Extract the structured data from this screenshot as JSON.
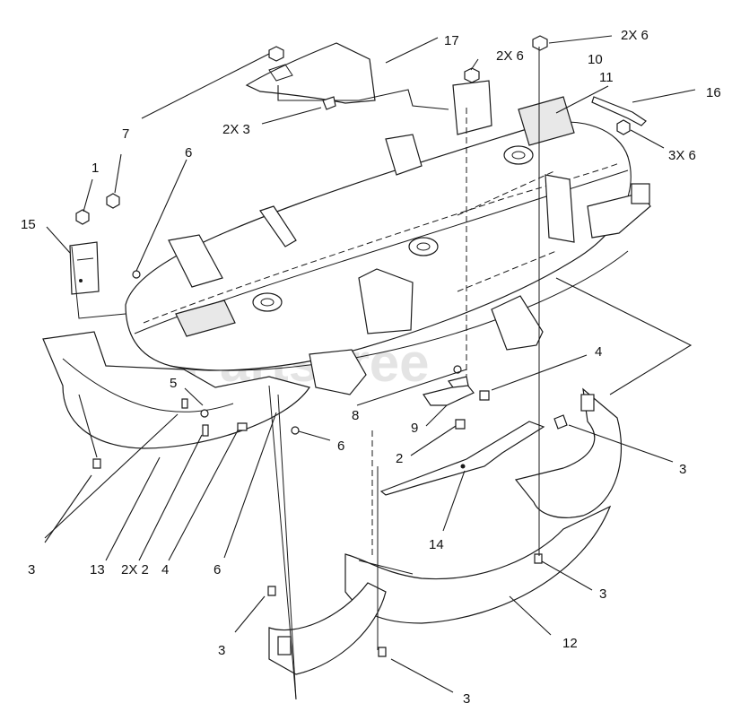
{
  "watermark": "PartsTree",
  "callouts": {
    "c1": "1",
    "c2": "2",
    "c2x2": "2X 2",
    "c2x3": "2X 3",
    "c2x6a": "2X 6",
    "c2x6b": "2X 6",
    "c3a": "3",
    "c3b": "3",
    "c3c": "3",
    "c3d": "3",
    "c3e": "3",
    "c3x6": "3X 6",
    "c4a": "4",
    "c4b": "4",
    "c5": "5",
    "c6a": "6",
    "c6b": "6",
    "c6c": "6",
    "c7": "7",
    "c8": "8",
    "c9": "9",
    "c10": "10",
    "c11": "11",
    "c12": "12",
    "c13": "13",
    "c14": "14",
    "c15": "15",
    "c16": "16",
    "c17": "17"
  }
}
